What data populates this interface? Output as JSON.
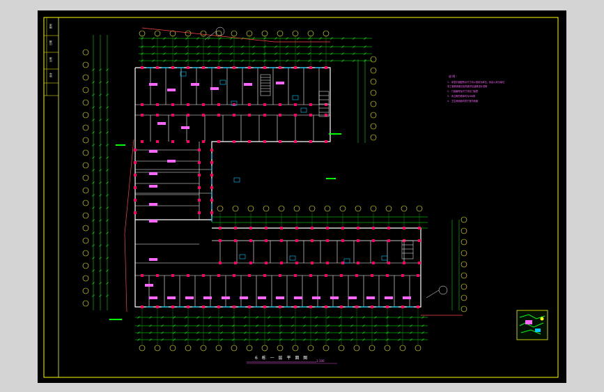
{
  "drawing": {
    "title": "6 栋 一 层 平 面 图",
    "scale": "1:100",
    "notes_heading": "说 明 :",
    "notes": [
      "1. 本层平面图所示尺寸均以毫米为单位，标高以米为单位",
      "   本工程墙体做法及构造详见建筑设计说明",
      "2. 门窗编号及尺寸详见门窗表",
      "3. 未注明的墙体均为200厚",
      "4. 卫生间地面均低于室内地面"
    ],
    "side_labels": [
      "图号",
      "日期",
      "比例",
      "设计"
    ],
    "colors": {
      "background": "#000000",
      "border": "#ffff00",
      "wall": "#ffffff",
      "dimension": "#00ff00",
      "column": "#ff0066",
      "window": "#00ccff",
      "annotation": "#ff66ff",
      "axis": "#ffff00"
    },
    "icons": {
      "north_arrow": "north-arrow-icon",
      "legend_thumbnail": "legend-thumbnail-icon",
      "stair": "stair-icon"
    }
  }
}
